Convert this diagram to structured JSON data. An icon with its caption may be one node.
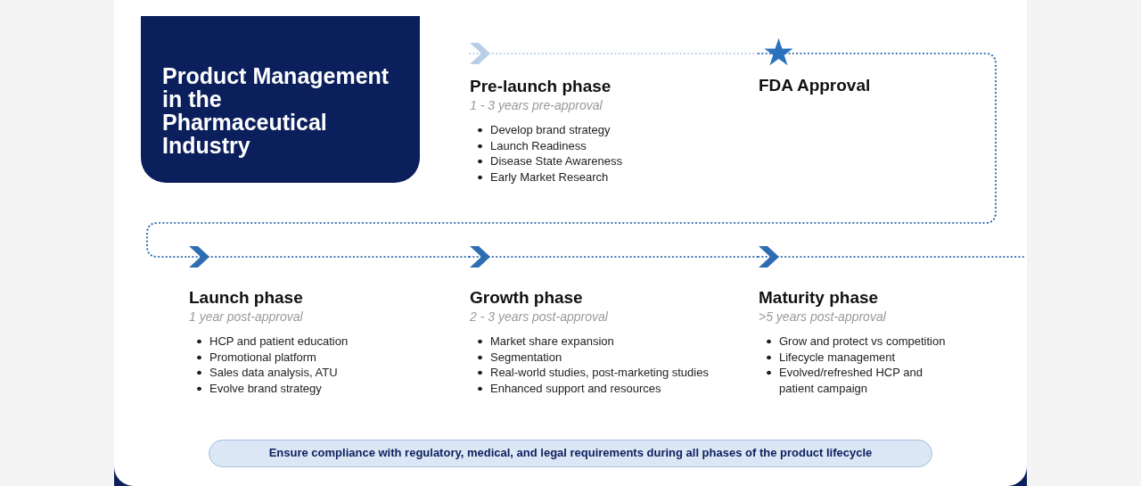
{
  "diagram": {
    "title": "Product Management in the Pharmaceutical Industry",
    "nodes": [
      {
        "text": [
          "Pre-launch phase",
          "1 - 3 years pre-approval",
          "Develop brand strategy",
          "Launch Readiness",
          "Disease State Awareness",
          "Early Market Research"
        ]
      },
      {
        "text": [
          "FDA Approval"
        ]
      },
      {
        "text": [
          "Launch phase",
          "1 year post-approval",
          "HCP and patient education",
          "Promotional platform",
          "Sales data analysis, ATU",
          "Evolve brand strategy"
        ]
      },
      {
        "text": [
          "Growth phase",
          "2 - 3 years post-approval",
          "Market share expansion",
          "Segmentation",
          "Real-world studies, post-marketing studies",
          "Enhanced support and resources"
        ]
      },
      {
        "text": [
          "Maturity phase",
          ">5 years post-approval",
          "Grow and protect vs competition",
          "Lifecycle management",
          "Evolved/refreshed HCP and patient campaign"
        ]
      },
      {
        "text": [
          "Ensure compliance with regulatory, medical, and legal requirements during all phases of the product lifecycle"
        ]
      }
    ],
    "edges": [
      {
        "from": 0,
        "to": 1,
        "arrow": "none",
        "style": "dashed",
        "color": "#b9cde6"
      },
      {
        "from": 1,
        "to": 2,
        "arrow": "to",
        "style": "dashed"
      },
      {
        "from": 2,
        "to": 3,
        "arrow": "to",
        "style": "dashed"
      },
      {
        "from": 3,
        "to": 4,
        "arrow": "to",
        "style": "dashed"
      },
      {
        "from": 4,
        "to": null,
        "arrow": "none",
        "style": "dashed"
      }
    ]
  }
}
